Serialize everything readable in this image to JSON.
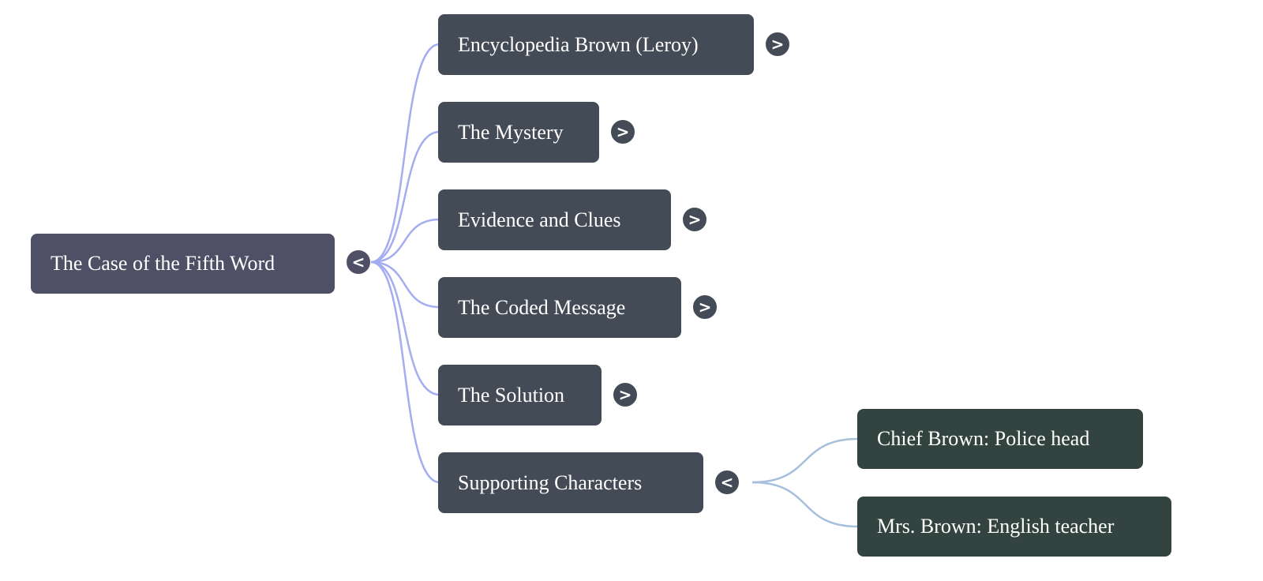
{
  "mindmap": {
    "root": {
      "label": "The Case of the Fifth Word",
      "toggle": "<",
      "state": "expanded"
    },
    "branches": [
      {
        "label": "Encyclopedia Brown (Leroy)",
        "toggle": ">",
        "state": "collapsed"
      },
      {
        "label": "The Mystery",
        "toggle": ">",
        "state": "collapsed"
      },
      {
        "label": "Evidence and Clues",
        "toggle": ">",
        "state": "collapsed"
      },
      {
        "label": "The Coded Message",
        "toggle": ">",
        "state": "collapsed"
      },
      {
        "label": "The Solution",
        "toggle": ">",
        "state": "collapsed"
      },
      {
        "label": "Supporting Characters",
        "toggle": "<",
        "state": "expanded",
        "children": [
          {
            "label": "Chief Brown: Police head"
          },
          {
            "label": "Mrs. Brown: English teacher"
          }
        ]
      }
    ],
    "colors": {
      "root_node": "#4f5066",
      "branch_node": "#434b56",
      "leaf_node": "#33433f",
      "root_edge": "#a3adf0",
      "child_edge": "#a6bfdc"
    }
  }
}
